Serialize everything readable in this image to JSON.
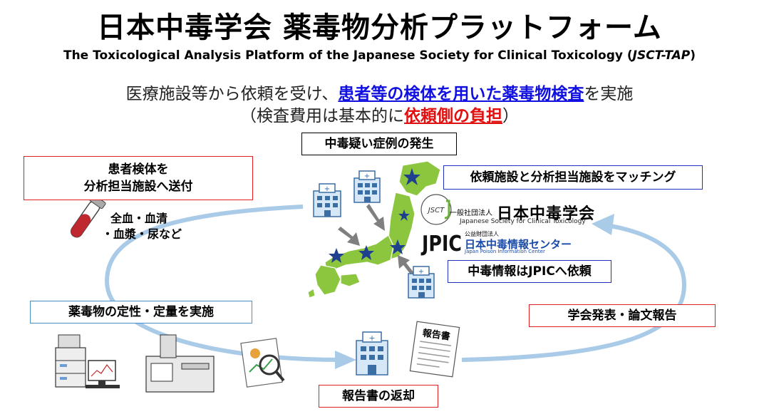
{
  "header": {
    "title": "日本中毒学会 薬毒物分析プラットフォーム",
    "subtitle_main": "The Toxicological Analysis Platform of the Japanese Society for Clinical Toxicology (",
    "subtitle_abbr": "JSCT-TAP",
    "subtitle_close": ")"
  },
  "lead": {
    "line1_a": "医療施設等から依頼を受け、",
    "line1_highlight": "患者等の検体を用いた薬毒物検査",
    "line1_b": "を実施",
    "line2_a": "（検査費用は基本的に",
    "line2_highlight": "依頼側の負担",
    "line2_b": "）"
  },
  "boxes": {
    "symptom": "中毒疑い症例の発生",
    "send_line1": "患者検体を",
    "send_line2": "分析担当施設へ送付",
    "match": "依頼施設と分析担当施設をマッチング",
    "jpic": "中毒情報はJPICへ依頼",
    "analysis": "薬毒物の定性・定量を実施",
    "present": "学会発表・論文報告",
    "return": "報告書の返却"
  },
  "specimens": {
    "line1": "全血・血清",
    "line2": "・血漿・尿など"
  },
  "jsct": {
    "corp": "一般社団法人",
    "name": "日本中毒学会",
    "en": "Japanese Society for Clinical Toxicology",
    "logo_text": "JSCT"
  },
  "jpic": {
    "corp": "公益財団法人",
    "name": "日本中毒情報センター",
    "en": "Japan Poison Information Center",
    "logo_text": "JPIC"
  },
  "report_doc": {
    "label": "報告書"
  },
  "colors": {
    "highlight_blue": "#1010e0",
    "highlight_red": "#e01010",
    "cycle_arrow": "#a9cbe8",
    "map_green": "#8cc63f",
    "star": "#1f3f8f"
  }
}
